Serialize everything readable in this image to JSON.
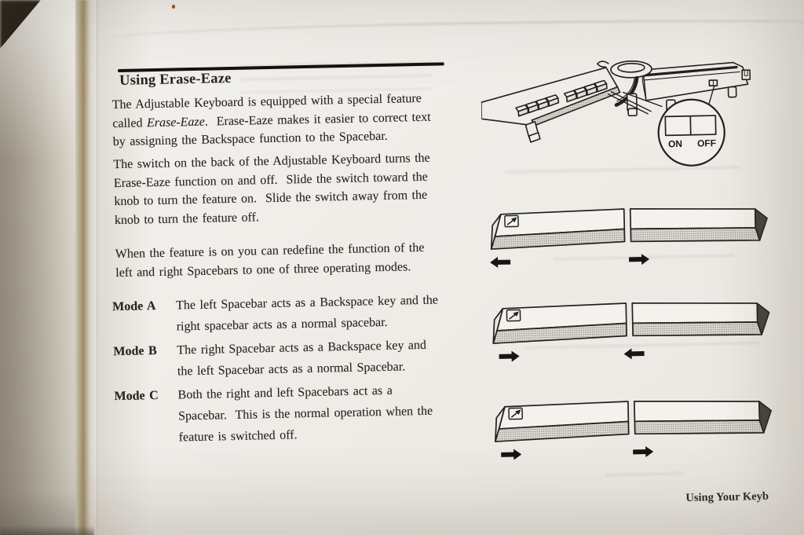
{
  "page": {
    "footer": "Using Your Keyb"
  },
  "section": {
    "title": "Using Erase-Eaze",
    "para1_line1": "The Adjustable Keyboard is equipped with a special feature",
    "para1_line2_pre": "called ",
    "para1_line2_italic": "Erase-Eaze",
    "para1_line2_post": ".  Erase-Eaze makes it easier to correct text",
    "para1_line3": "by assigning the Backspace function to the Spacebar.",
    "para2_lines": [
      "The switch on the back of the Adjustable Keyboard turns the",
      "Erase-Eaze function on and off.  Slide the switch toward the",
      "knob to turn the feature on.  Slide the switch away from the",
      "knob to turn the feature off."
    ],
    "para3_lines": [
      "When the feature is on you can redefine the function of the",
      "left and right Spacebars to one of three operating modes."
    ],
    "modes": [
      {
        "label": "Mode A",
        "lines": [
          "The left Spacebar acts as a Backspace key and the",
          "right spacebar acts as a normal spacebar."
        ]
      },
      {
        "label": "Mode B",
        "lines": [
          "The right Spacebar acts as a Backspace key and",
          "the left Spacebar acts as a normal Spacebar."
        ]
      },
      {
        "label": "Mode C",
        "lines": [
          "Both the right and left Spacebars act as a",
          "Spacebar.  This is the normal operation when the",
          "feature is switched off."
        ]
      }
    ]
  },
  "illustration": {
    "on_label": "ON",
    "off_label": "OFF"
  },
  "diagrams": [
    {
      "name": "mode-a-spacebars",
      "left_arrow": "left",
      "right_arrow": "right"
    },
    {
      "name": "mode-b-spacebars",
      "left_arrow": "right",
      "right_arrow": "left"
    },
    {
      "name": "mode-c-spacebars",
      "left_arrow": "right",
      "right_arrow": "right"
    }
  ],
  "colors": {
    "paper": "#f0eeea",
    "ink": "#26241f",
    "rule": "#141310"
  }
}
